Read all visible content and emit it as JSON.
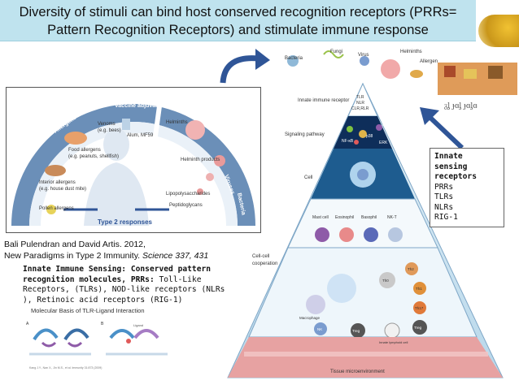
{
  "title": {
    "line1": "Diversity of stimuli can bind host conserved recognition receptors (PRRs=",
    "line2": "Pattern Recognition Receptors) and stimulate immune response"
  },
  "left_figure": {
    "nonmicrobial_label": "Nonmicrobial stimuli",
    "microbial_label": "Microbial stimuli",
    "vaccine_label": "Vaccine adjuvants",
    "vaccine_sub": "Alum, MF59",
    "parasites_label": "Parasites",
    "allergens_label": "Allergens",
    "venoms_label": "Venoms",
    "venoms_sub": "(e.g. bees)",
    "food_label": "Food allergens",
    "food_sub": "(e.g. peanuts, shellfish)",
    "interior_label": "Interior allergens",
    "interior_sub": "(e.g. house dust mite)",
    "pollen_label": "Pollen allergens",
    "helminths_label": "Helminths",
    "helminth_products_label": "Helminth products",
    "viruses_label": "Viruses",
    "bacteria_label": "Bacteria",
    "lps_label": "Lipopolysaccharides",
    "peptido_label": "Peptidoglycans",
    "type2_label": "Type 2 responses"
  },
  "citation": {
    "line1": "Bali Pulendran and David Artis. 2012,",
    "line2_plain": "New Paradigms in Type 2 Immunity. ",
    "line2_journal": "Science 337, 431"
  },
  "sensing_text": {
    "bold": "Innate Immune Sensing: Conserved pattern recognition molecules, PRRs:",
    "rest": " Toll-Like Receptors, (TLRs), NOD-like receptors (NLRs ), Retinoic acid receptors (RIG-1)"
  },
  "tlr_figure": {
    "title": "Molecular Basis of TLR-Ligand Interaction",
    "panel_a": "A",
    "panel_b": "B",
    "ligand": "Ligand",
    "footnote": "Kang J.Y., Nan X., Jin M.S., et al. Immunity 31:873 (2009)"
  },
  "pyramid": {
    "stimuli": [
      "Bacteria",
      "Fungi",
      "Virus",
      "Helminths",
      "Allergen"
    ],
    "innate_receptor_label": "Innate immune receptor",
    "receptors": [
      "TLR",
      "NLR",
      "CLR,RLR"
    ],
    "signaling_label": "Signaling pathway",
    "signaling_nodes": [
      "PI3K",
      "p38",
      "ERK",
      "NF-κB"
    ],
    "cell_label": "Cell",
    "cell_types": [
      "Mast cell",
      "Eosinophil",
      "Basophil",
      "NK-T"
    ],
    "coop_label": "Cell-cell cooperation",
    "coop_cells": [
      "Th2",
      "Th0",
      "Th1",
      "Th17",
      "Macrophage",
      "NK",
      "Treg",
      "Innate lymphoid cell",
      "Treg"
    ],
    "tissue_label": "Tissue microenvironment"
  },
  "legend": {
    "header": "Innate sensing receptors",
    "items": [
      "PRRs",
      "TLRs",
      "NLRs",
      "RIG-1"
    ]
  },
  "colors": {
    "title_band": "#bfe3ee",
    "arrow_blue": "#2f5597",
    "pyramid_dark": "#0e2e5a",
    "pyramid_mid": "#3a7fb2",
    "pyramid_light": "#cfe6f3"
  }
}
